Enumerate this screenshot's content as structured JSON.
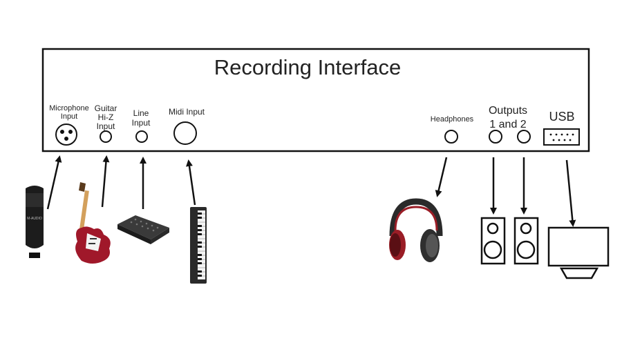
{
  "diagram": {
    "title": "Recording Interface",
    "ports": {
      "microphone": [
        "Microphone",
        "Input"
      ],
      "guitar": [
        "Guitar",
        "Hi-Z",
        "Input"
      ],
      "line": [
        "Line",
        "Input"
      ],
      "midi": [
        "Midi Input"
      ],
      "headphones": [
        "Headphones"
      ],
      "outputs": [
        "Outputs",
        "1 and 2"
      ],
      "usb": [
        "USB"
      ]
    },
    "devices": {
      "microphone_brand": "M-AUDIO"
    }
  },
  "colors": {
    "line": "#111111",
    "mic_body": "#1c1c1c",
    "guitar_body": "#a0182a",
    "guitar_neck": "#d3a05c",
    "pedal": "#2a2a2a",
    "headphone_cup": "#9a1d26"
  }
}
